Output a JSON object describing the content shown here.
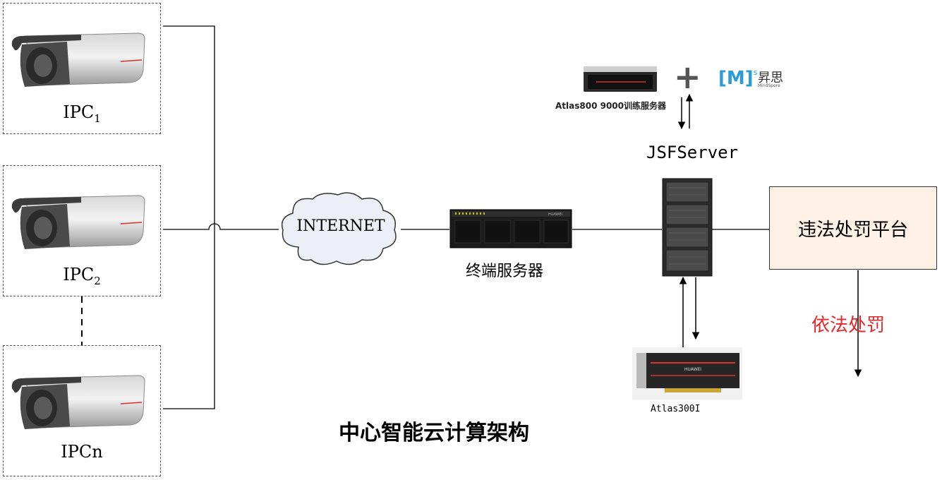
{
  "cameras": [
    {
      "prefix": "IPC",
      "sub": "1"
    },
    {
      "prefix": "IPC",
      "sub": "2"
    },
    {
      "prefix": "IPCn",
      "sub": ""
    }
  ],
  "internet_label": "INTERNET",
  "terminal_server_label": "终端服务器",
  "jsf_server_label": "JSFServer",
  "atlas800_label": "Atlas800 9000训练服务器",
  "plus_sign": "+",
  "mindspore": {
    "bracket": "[M]",
    "superscript": "s",
    "cn": "昇思",
    "en": "MindSpore"
  },
  "switch_brand": "HUAWEI",
  "card_brand": "HUAWEI",
  "atlas300_label": "Atlas300I",
  "platform_label": "违法处罚平台",
  "penalty_label": "依法处罚",
  "caption": "中心智能云计算架构",
  "colors": {
    "penalty": "#e8262a",
    "platform_fill": "#fdf0e5",
    "accent_red": "#d8332e"
  }
}
